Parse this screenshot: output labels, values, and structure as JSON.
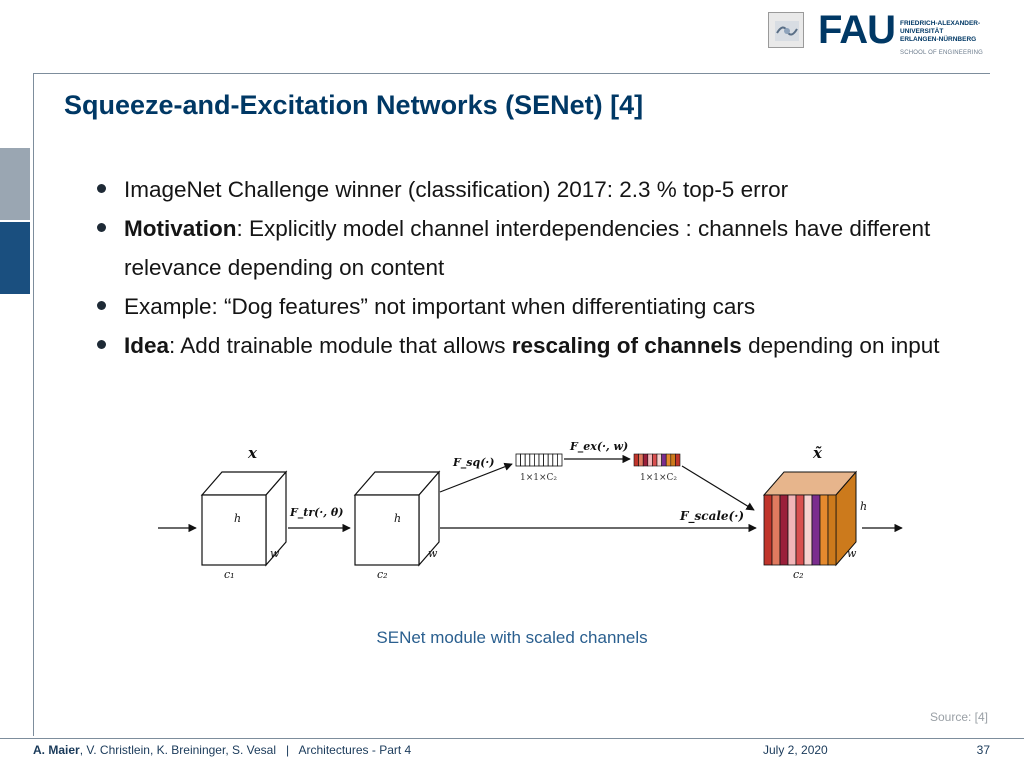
{
  "header": {
    "logo_fau_text": "FAU",
    "university_lines": [
      "FRIEDRICH-ALEXANDER-",
      "UNIVERSITÄT",
      "ERLANGEN-NÜRNBERG"
    ],
    "school": "SCHOOL OF ENGINEERING"
  },
  "slide": {
    "title": "Squeeze-and-Excitation Networks (SENet) [4]",
    "bullets": [
      {
        "pre": "",
        "bold": "",
        "text": "ImageNet Challenge winner (classification) 2017: 2.3 % top-5 error",
        "bold2": "",
        "post": ""
      },
      {
        "pre": "",
        "bold": "Motivation",
        "text": ": Explicitly model channel interdependencies : channels have different relevance depending on content",
        "bold2": "",
        "post": ""
      },
      {
        "pre": "",
        "bold": "",
        "text": "Example: “Dog features” not important when differentiating cars",
        "bold2": "",
        "post": ""
      },
      {
        "pre": "",
        "bold": "Idea",
        "text": ": Add trainable module that allows ",
        "bold2": "rescaling of channels",
        "post": " depending on input"
      }
    ]
  },
  "diagram": {
    "x_label": "x",
    "x_tilde_label": "x̃",
    "ftr_label": "F_tr(·, θ)",
    "fsq_label": "F_sq(·)",
    "fex_label": "F_ex(·, w)",
    "fscale_label": "F_scale(·)",
    "vec1_label": "1×1×C₂",
    "vec2_label": "1×1×C₂",
    "h_label": "h",
    "w_label": "w",
    "c1_label": "c₁",
    "c2_label": "c₂",
    "channel_colors": [
      "#c0352b",
      "#e07a5f",
      "#9a1f3a",
      "#f2b5b8",
      "#d94f4f",
      "#f7d2d0",
      "#7b2d8e",
      "#e58a2e",
      "#cc7a1c"
    ]
  },
  "caption": "SENet module with scaled channels",
  "source": "Source: [4]",
  "footer": {
    "author_bold": "A. Maier",
    "author_rest": ", V. Christlein, K. Breininger, S. Vesal",
    "separator": "|",
    "lecture": "Architectures - Part 4",
    "date": "July 2, 2020",
    "page": "37"
  }
}
